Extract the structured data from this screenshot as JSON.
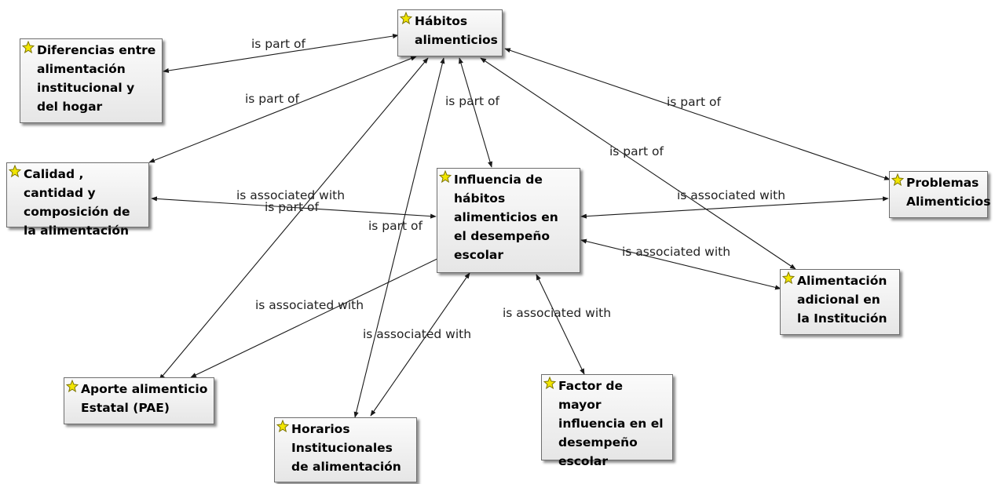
{
  "nodes": {
    "habitos": "Hábitos alimenticios",
    "diferencias": "Diferencias entre alimentación institucional y del hogar",
    "calidad": "Calidad , cantidad y composición de la alimentación",
    "influencia": "Influencia de hábitos alimenticios en el desempeño escolar",
    "problemas": "Problemas Alimenticios",
    "adicional": "Alimentación adicional en la Institución",
    "aporte": "Aporte alimenticio Estatal (PAE)",
    "horarios": "Horarios Institucionales de alimentación",
    "factor": "Factor de mayor influencia en el desempeño escolar"
  },
  "edge_labels": {
    "part_diferencias": "is part of",
    "part_calidad": "is part of",
    "part_influencia": "is part of",
    "part_problemas": "is part of",
    "part_adicional": "is part of",
    "part_aporte": "is part of",
    "part_horarios": "is part of",
    "assoc_calidad": "is associated with",
    "assoc_problemas": "is associated with",
    "assoc_adicional": "is associated with",
    "assoc_aporte": "is associated with",
    "assoc_horarios": "is associated with",
    "assoc_factor": "is associated with"
  },
  "icon": "concept-star-icon",
  "colors": {
    "node_border": "#6e6e6e",
    "node_fill": "#eeeeee",
    "edge": "#1a1a1a",
    "icon": "#f2e600"
  }
}
